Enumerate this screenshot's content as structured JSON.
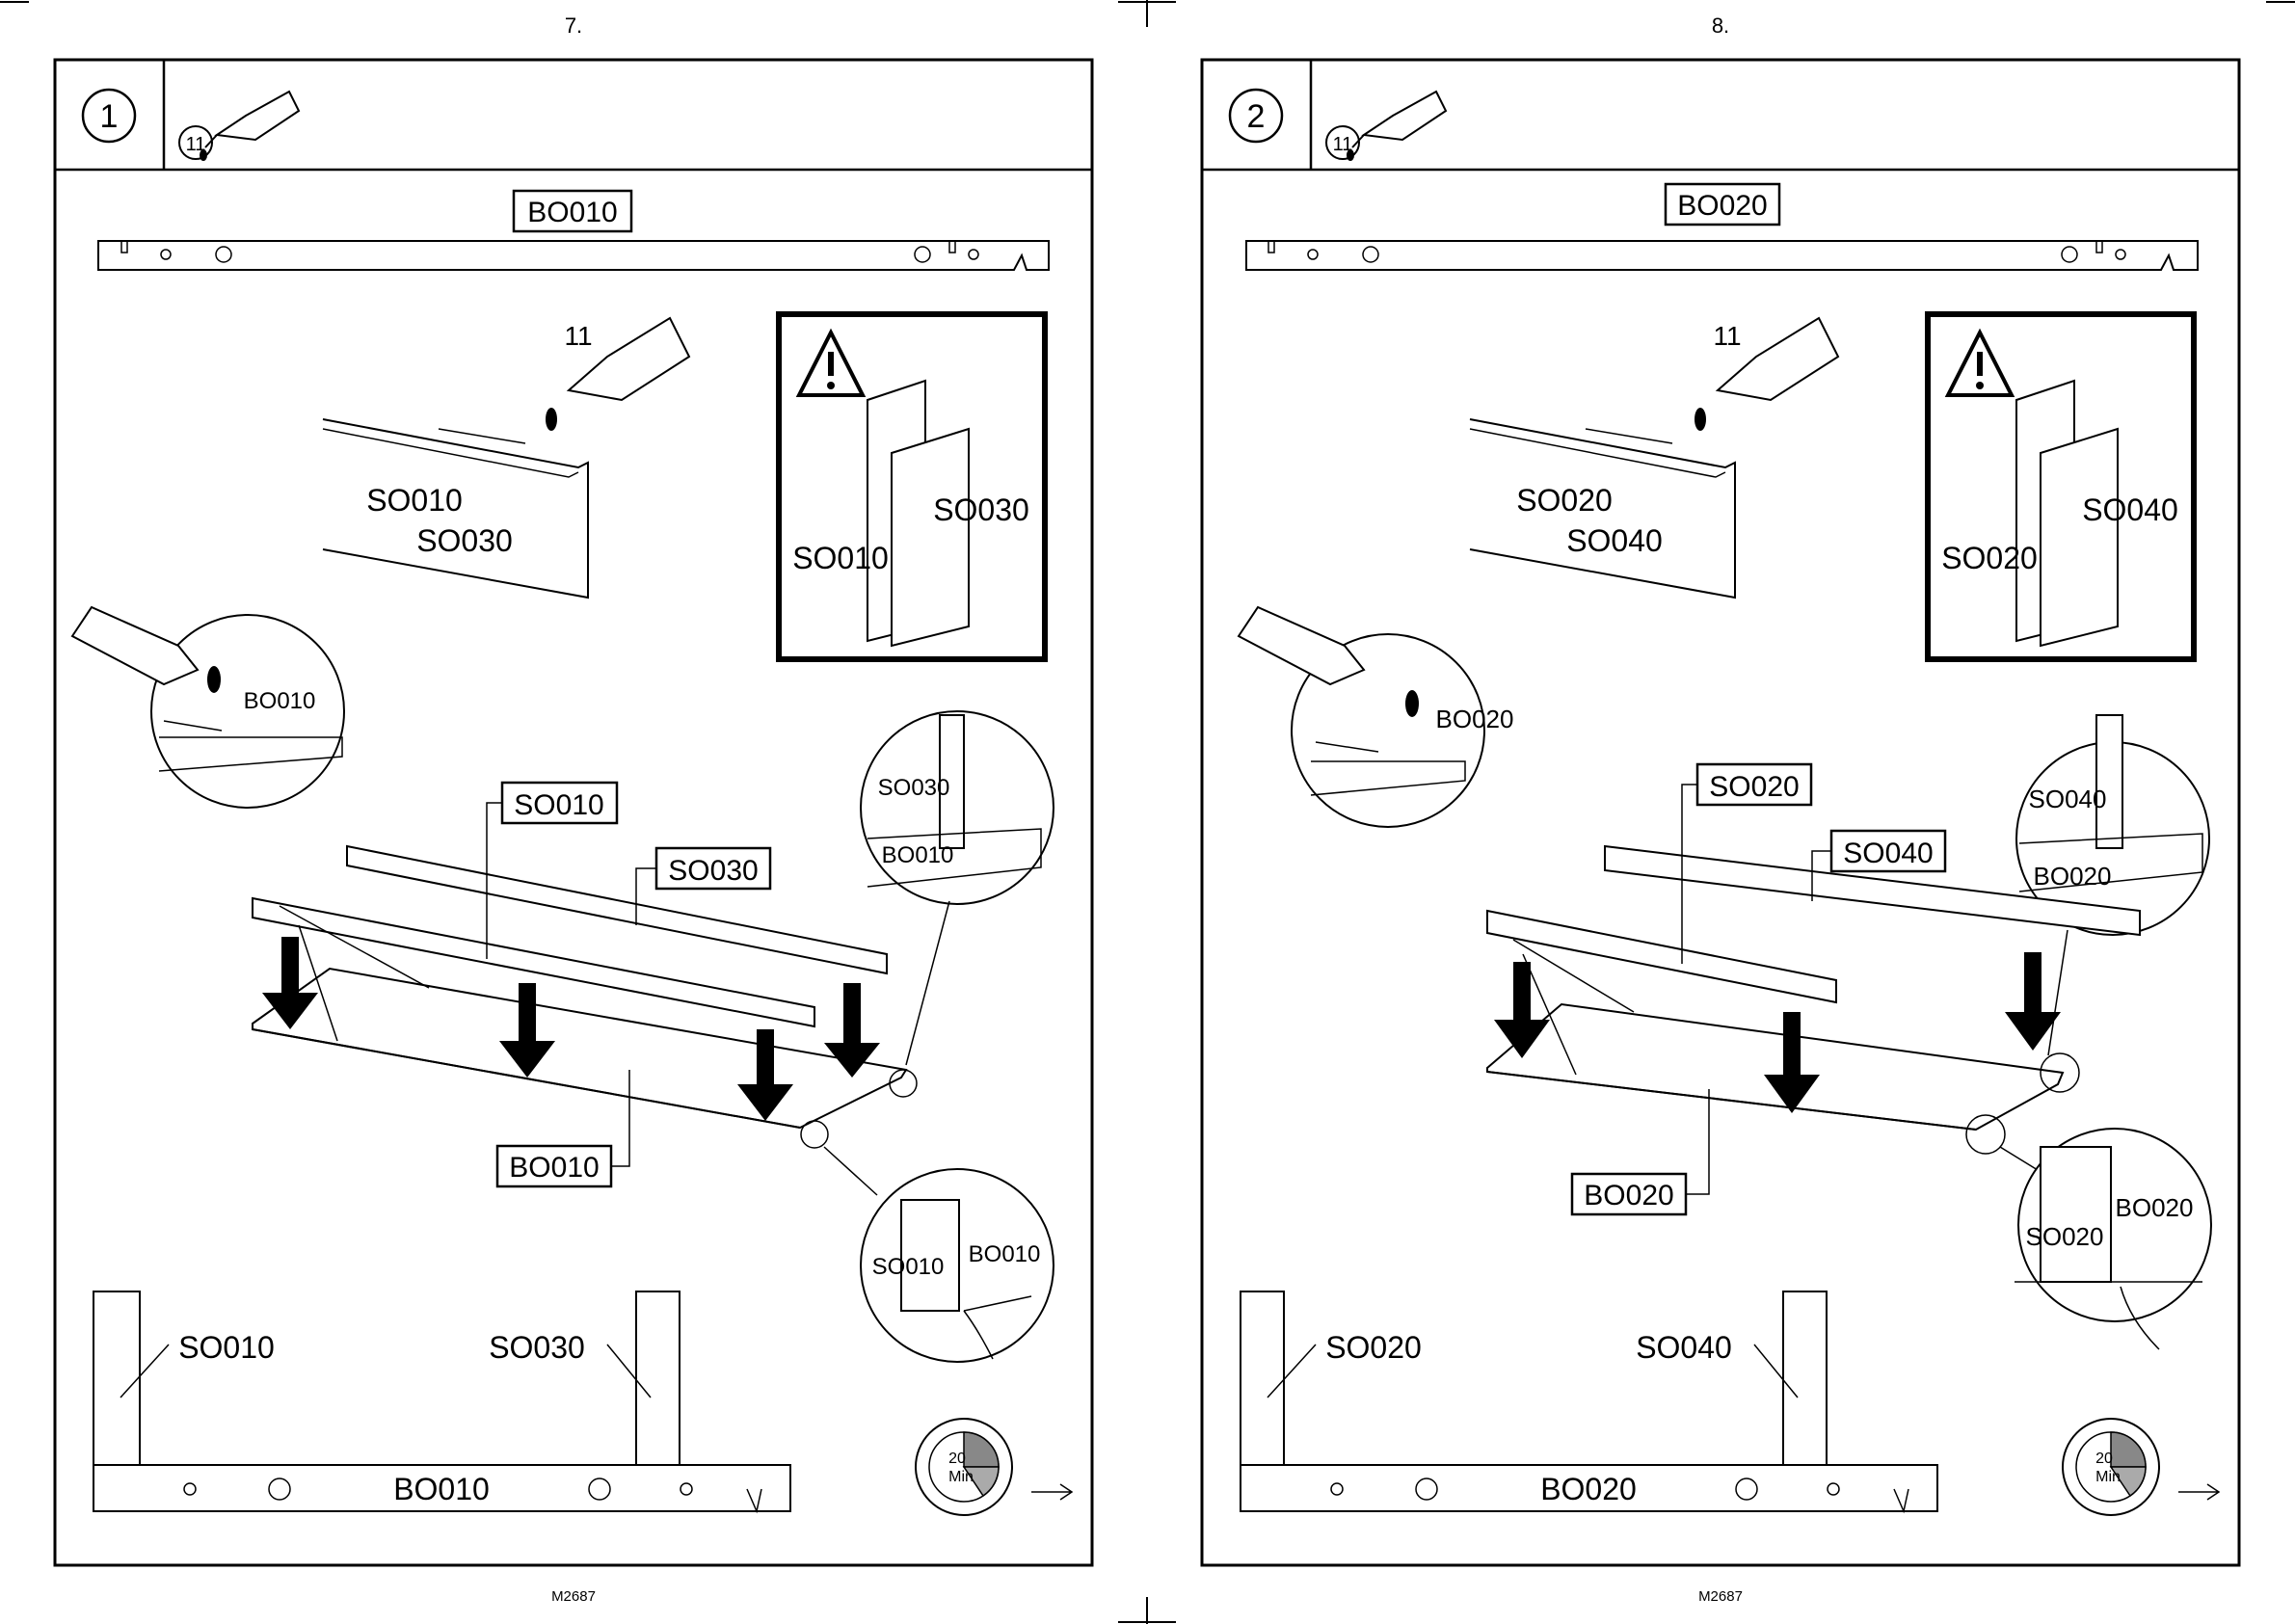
{
  "pages": [
    {
      "page_number": "7.",
      "step_number": "1",
      "glue_ref": "11",
      "board_label": "BO010",
      "glue_callout": "11",
      "side_parts": [
        "SO010",
        "SO030"
      ],
      "warning_left": "SO010",
      "warning_right": "SO030",
      "zoom_top_label": "BO010",
      "zoom_right_top_a": "SO030",
      "zoom_right_top_b": "BO010",
      "boxed_side_a": "SO010",
      "boxed_side_b": "SO030",
      "boxed_board": "BO010",
      "zoom_right_bottom_a": "SO010",
      "zoom_right_bottom_b": "BO010",
      "bottom_left": "SO010",
      "bottom_mid": "SO030",
      "bottom_board": "BO010",
      "timer_value": "20",
      "timer_unit": "Min",
      "ref_code": "M2687"
    },
    {
      "page_number": "8.",
      "step_number": "2",
      "glue_ref": "11",
      "board_label": "BO020",
      "glue_callout": "11",
      "side_parts": [
        "SO020",
        "SO040"
      ],
      "warning_left": "SO020",
      "warning_right": "SO040",
      "zoom_top_label": "BO020",
      "zoom_right_top_a": "SO040",
      "zoom_right_top_b": "BO020",
      "boxed_side_a": "SO020",
      "boxed_side_b": "SO040",
      "boxed_board": "BO020",
      "zoom_right_bottom_a": "SO020",
      "zoom_right_bottom_b": "BO020",
      "bottom_left": "SO020",
      "bottom_mid": "SO040",
      "bottom_board": "BO020",
      "timer_value": "20",
      "timer_unit": "Min",
      "ref_code": "M2687"
    }
  ],
  "icons": {
    "glue": "glue-tube-icon",
    "warning": "warning-triangle-icon",
    "timer": "timer-icon",
    "arrow": "down-arrow-icon"
  }
}
